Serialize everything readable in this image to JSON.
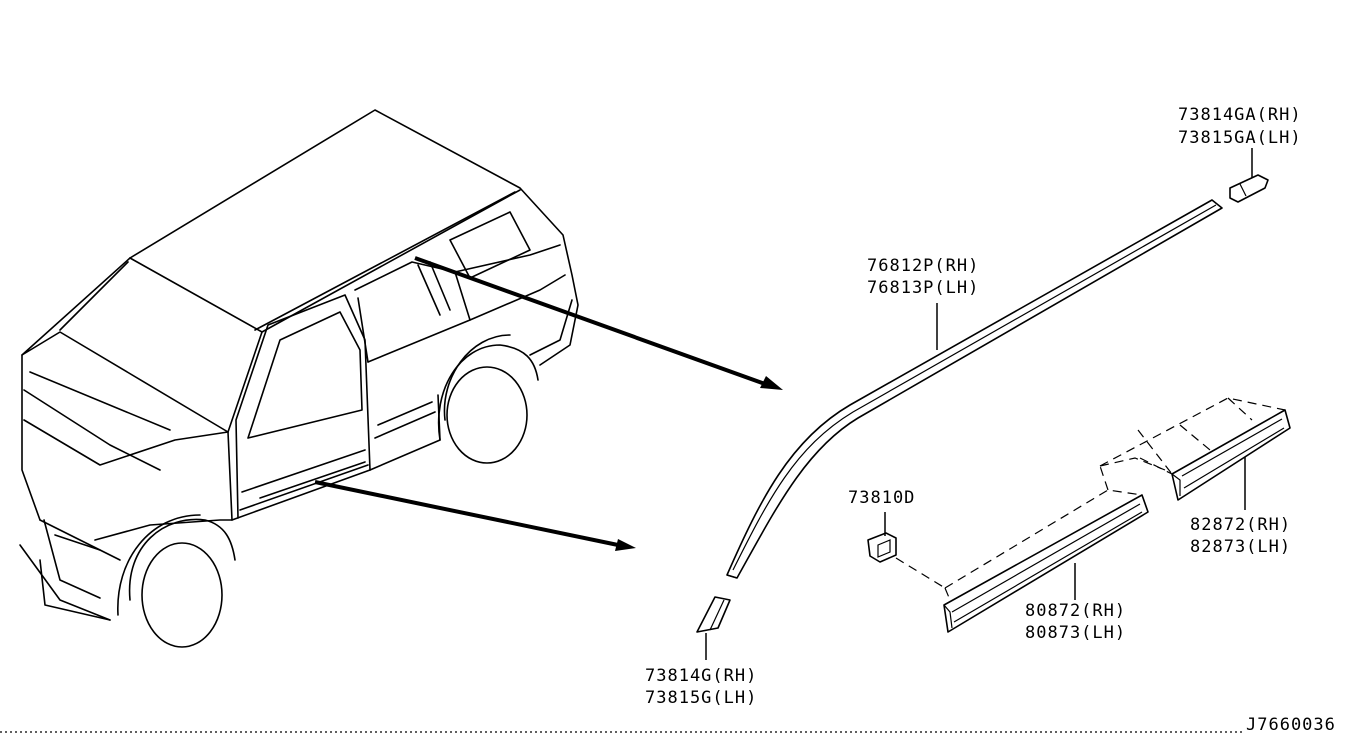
{
  "diagram_id": "J7660036",
  "parts": {
    "upper_clip": {
      "rh": "73814GA(RH)",
      "lh": "73815GA(LH)"
    },
    "roof_molding": {
      "rh": "76812P(RH)",
      "lh": "76813P(LH)"
    },
    "fastener": {
      "code": "73810D"
    },
    "rear_door_molding": {
      "rh": "82872(RH)",
      "lh": "82873(LH)"
    },
    "front_door_molding": {
      "rh": "80872(RH)",
      "lh": "80873(LH)"
    },
    "lower_clip": {
      "rh": "73814G(RH)",
      "lh": "73815G(LH)"
    }
  }
}
